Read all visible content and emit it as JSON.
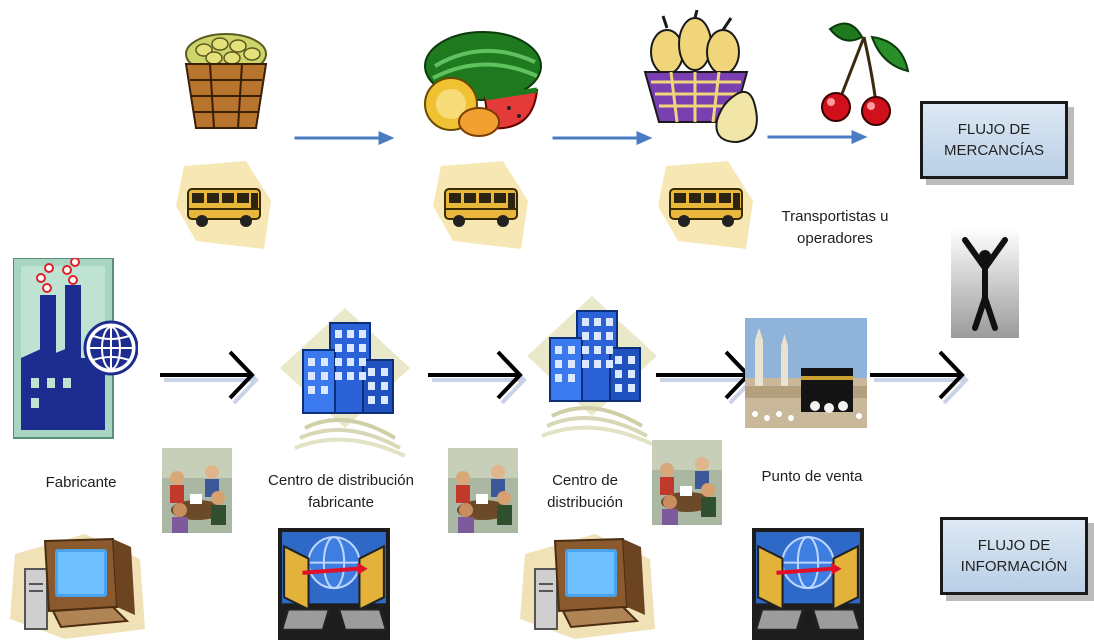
{
  "flows": {
    "goods_label": "FLUJO DE MERCANCÍAS",
    "info_label": "FLUJO DE INFORMACIÓN"
  },
  "transport": {
    "label": "Transportistas u operadores"
  },
  "nodes": {
    "manufacturer": "Fabricante",
    "manufacturer_dc": "Centro de distribución fabricante",
    "distribution_center": "Centro de distribución",
    "point_of_sale": "Punto de venta"
  },
  "icons": {
    "goods": [
      "fruit-crate-icon",
      "melons-icon",
      "fruit-basket-icon",
      "cherries-icon"
    ],
    "transport": "bus-icon",
    "manufacturer": "factory-globe-icon",
    "warehouse": "office-buildings-icon",
    "store": "marketplace-photo-icon",
    "consumer": "person-arms-raised-icon",
    "meeting": "business-meeting-icon",
    "computer": "computer-icon",
    "network": "networked-computers-icon"
  },
  "colors": {
    "goods_arrow": "#4a7cc4",
    "node_arrow": "#000000",
    "box_fill": "#c9d9ec",
    "building": "#2b62d8"
  }
}
